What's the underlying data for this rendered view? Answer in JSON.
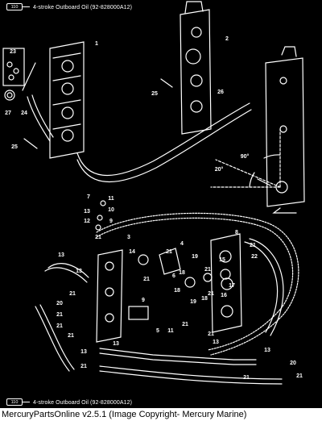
{
  "header": {
    "ref_code": "110",
    "title": "4-stroke Outboard Oil (92-828000A12)"
  },
  "footer": {
    "ref_code": "110",
    "title": "4-stroke Outboard Oil (92-828000A12)"
  },
  "caption": "MercuryPartsOnline v2.5.1 (Image Copyright- Mercury Marine)",
  "detail_angles": {
    "angle_90": "90°",
    "angle_20": "20°"
  },
  "callouts": [
    "1",
    "2",
    "23",
    "27",
    "24",
    "25",
    "26",
    "25",
    "90°",
    "20°",
    "7",
    "11",
    "10",
    "9",
    "13",
    "12",
    "21",
    "3",
    "8",
    "21",
    "22",
    "14",
    "4",
    "6",
    "13",
    "13",
    "21",
    "21",
    "19",
    "18",
    "15",
    "21",
    "16",
    "17",
    "18",
    "19",
    "18",
    "21",
    "9",
    "20",
    "21",
    "21",
    "21",
    "5",
    "11",
    "21",
    "21",
    "21",
    "13",
    "13",
    "13",
    "21",
    "13",
    "20",
    "21",
    "21"
  ],
  "colors": {
    "background": "#000000",
    "lines": "#ffffff",
    "caption": "#000000"
  }
}
